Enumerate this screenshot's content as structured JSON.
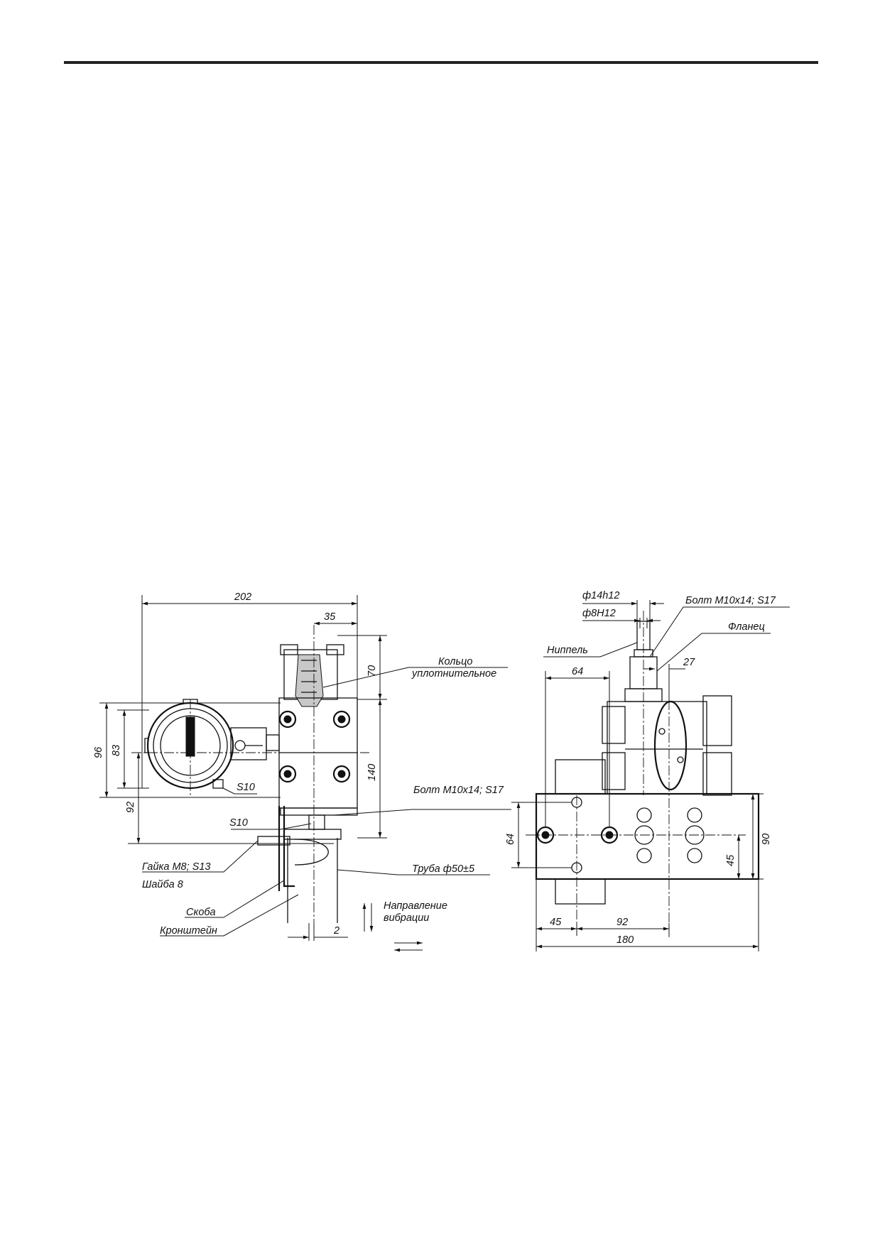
{
  "left_view": {
    "dimensions": {
      "overall_width": "202",
      "top_offset": "35",
      "top_height": "70",
      "height_96": "96",
      "height_83": "83",
      "height_92": "92",
      "height_140": "140",
      "offset_2": "2"
    },
    "callouts": {
      "ring": [
        "Кольцо",
        "уплотнительное"
      ],
      "s10_right": "S10",
      "s10_left": "S10",
      "bolt": "Болт М10х14; S17",
      "nut": "Гайка М8; S13",
      "washer": "Шайба 8",
      "pipe": "Труба ф50±5",
      "clamp": "Скоба",
      "bracket": "Кронштейн",
      "vibration": [
        "Направление",
        "вибрации"
      ]
    }
  },
  "right_view": {
    "dimensions": {
      "d14": "ф14h12",
      "d8": "ф8Н12",
      "width_64_top": "64",
      "width_27": "27",
      "height_64_left": "64",
      "height_90": "90",
      "height_45_right": "45",
      "width_45_bottom": "45",
      "width_92": "92",
      "width_180": "180"
    },
    "callouts": {
      "bolt": "Болт М10х14; S17",
      "flange": "Фланец",
      "nipple": "Ниппель"
    }
  }
}
